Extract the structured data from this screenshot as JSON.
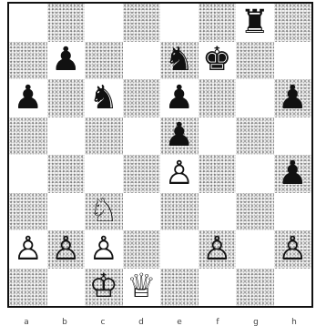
{
  "board": {
    "rows": [
      [
        "",
        "",
        "",
        "",
        "",
        "",
        "♜",
        ""
      ],
      [
        "",
        "♟",
        "",
        "",
        "♞",
        "♚",
        "",
        ""
      ],
      [
        "♟",
        "",
        "♞",
        "",
        "♟",
        "",
        "",
        "♟"
      ],
      [
        "",
        "",
        "",
        "",
        "♟",
        "",
        "",
        ""
      ],
      [
        "",
        "",
        "",
        "",
        "♙",
        "",
        "",
        "♟"
      ],
      [
        "",
        "",
        "♘",
        "",
        "",
        "",
        "",
        ""
      ],
      [
        "♙",
        "♙",
        "♙",
        "",
        "",
        "♙",
        "",
        "♙"
      ],
      [
        "",
        "",
        "♔",
        "♕",
        "",
        "",
        "",
        ""
      ]
    ]
  },
  "files": [
    "a",
    "b",
    "c",
    "d",
    "e",
    "f",
    "g",
    "h"
  ]
}
